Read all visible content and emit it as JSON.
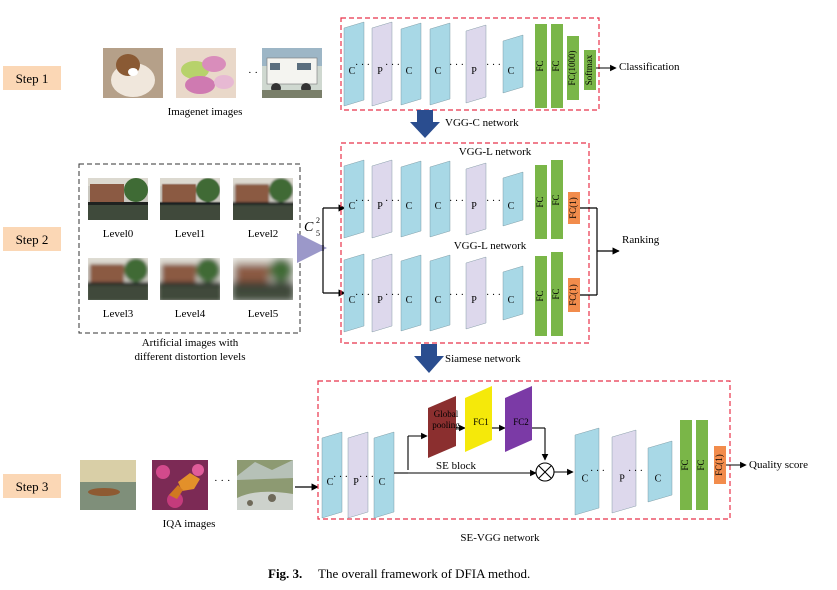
{
  "steps": [
    {
      "label": "Step 1"
    },
    {
      "label": "Step 2"
    },
    {
      "label": "Step 3"
    }
  ],
  "step1": {
    "images_label": "Imagenet images",
    "layers": [
      "C",
      "P",
      "C",
      "P",
      "C"
    ],
    "fc": "FC",
    "fc_out": "FC(1000)",
    "softmax": "Softmax",
    "output": "Classification",
    "network": "VGG-C network"
  },
  "step2": {
    "levels": [
      "Level0",
      "Level1",
      "Level2",
      "Level3",
      "Level4",
      "Level5"
    ],
    "group_caption_1": "Artificial images with",
    "group_caption_2": "different distortion levels",
    "combination": "C",
    "combination_sup": "2",
    "combination_sub": "5",
    "branch_title": "VGG-L network",
    "layers": [
      "C",
      "P",
      "C",
      "P",
      "C"
    ],
    "fc": "FC",
    "fc_out": "FC(1)",
    "output": "Ranking",
    "network": "Siamese network"
  },
  "step3": {
    "images_label": "IQA images",
    "pre_layers": [
      "C",
      "P",
      "C"
    ],
    "se_pool": "Global pooling",
    "se_fc1": "FC1",
    "se_fc2": "FC2",
    "se_label": "SE block",
    "post_layers": [
      "C",
      "P",
      "C"
    ],
    "fc": "FC",
    "fc_out": "FC(1)",
    "output": "Quality score",
    "network": "SE-VGG network"
  },
  "colors": {
    "conv": "#a8d8e6",
    "pool": "#ddd8ec",
    "fc": "#7ab648",
    "fc_out": "#f28c4c",
    "softmax": "#7ab648",
    "step_box": "#fbd7b5",
    "dashed_red": "#e8334a",
    "arrow_blue": "#2a4d8f",
    "combo_arrow": "#9b98c9",
    "se_pool": "#8b2f2f",
    "se_fc1": "#f5e90a",
    "se_fc2": "#7b3aa6"
  },
  "caption": {
    "prefix": "Fig. 3.",
    "text": "The overall framework of DFIA method."
  }
}
